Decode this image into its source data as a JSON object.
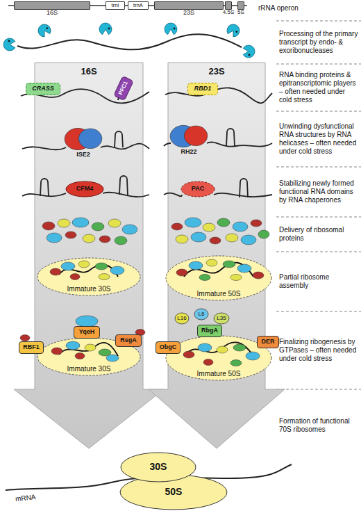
{
  "diagram": {
    "nodes": [
      {
        "text": [
          "16S"
        ]
      },
      {
        "text": [
          "trnI"
        ]
      },
      {
        "text": [
          "trnA"
        ]
      },
      {
        "text": [
          "23S"
        ]
      },
      {
        "text": [
          "4.5S"
        ]
      },
      {
        "text": [
          "5S"
        ]
      },
      {
        "text": [
          "16S"
        ]
      },
      {
        "text": [
          "CRASS"
        ],
        "in": 6
      },
      {
        "text": [
          "PFC1"
        ],
        "in": 6
      },
      {
        "text": [
          "ISE2"
        ],
        "in": 6
      },
      {
        "text": [
          "CFM4"
        ],
        "in": 6
      },
      {
        "text": [
          "Immature 30S"
        ],
        "in": 6
      },
      {
        "text": [
          "RBF1"
        ],
        "in": 6
      },
      {
        "text": [
          "YqeH"
        ],
        "in": 6
      },
      {
        "text": [
          "RsgA"
        ],
        "in": 6
      },
      {
        "text": [
          "Immature 30S"
        ],
        "in": 6
      },
      {
        "text": [
          "23S"
        ]
      },
      {
        "text": [
          "RBD1"
        ],
        "in": 16
      },
      {
        "text": [
          "RH22"
        ],
        "in": 16
      },
      {
        "text": [
          "PAC"
        ],
        "in": 16
      },
      {
        "text": [
          "Immature 50S"
        ],
        "in": 16
      },
      {
        "text": [
          "L16"
        ],
        "in": 16
      },
      {
        "text": [
          "L6"
        ],
        "in": 16
      },
      {
        "text": [
          "L35"
        ],
        "in": 16
      },
      {
        "text": [
          "RbgA"
        ],
        "in": 16
      },
      {
        "text": [
          "ObgC"
        ],
        "in": 16
      },
      {
        "text": [
          "DER"
        ],
        "in": 16
      },
      {
        "text": [
          "Immature 50S"
        ],
        "in": 16
      },
      {
        "text": [
          "30S"
        ]
      },
      {
        "text": [
          "50S"
        ]
      }
    ],
    "labels": [
      "rRNA operon",
      "Processing of the primary transcript by endo- & exoribonucleases",
      "RNA binding proteins & epitranscriptomic players – often needed under cold stress",
      "Unwinding dysfunctional RNA structures by RNA helicases – often needed under cold stress",
      "Stabilizing newly formed functional RNA domains by RNA chaperones",
      "Delivery of ribosomal proteins",
      "Partial ribosome assembly",
      "Finalizing ribogenesis by GTPases – often needed under cold stress",
      "Formation of functional 70S ribosomes",
      "mRNA"
    ]
  }
}
